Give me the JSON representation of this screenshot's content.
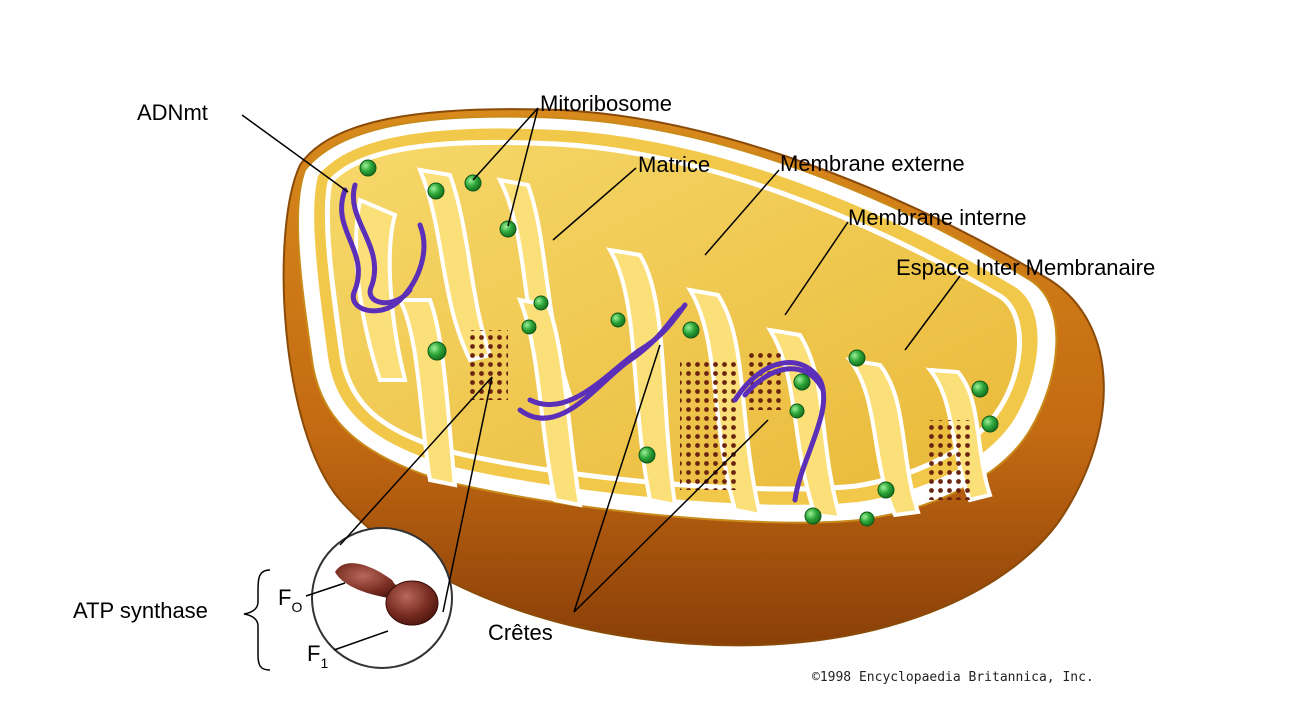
{
  "labels": {
    "mtdna": "ADNmt",
    "mitoribosome": "Mitoribosome",
    "matrix": "Matrice",
    "outer_membrane": "Membrane externe",
    "inner_membrane": "Membrane interne",
    "intermembrane_space": "Espace Inter Membranaire",
    "atp_synthase": "ATP synthase",
    "f0_base": "F",
    "f0_sub": "O",
    "f1_base": "F",
    "f1_sub": "1",
    "cristae": "Crêtes"
  },
  "credit": "©1998 Encyclopaedia Britannica, Inc."
}
